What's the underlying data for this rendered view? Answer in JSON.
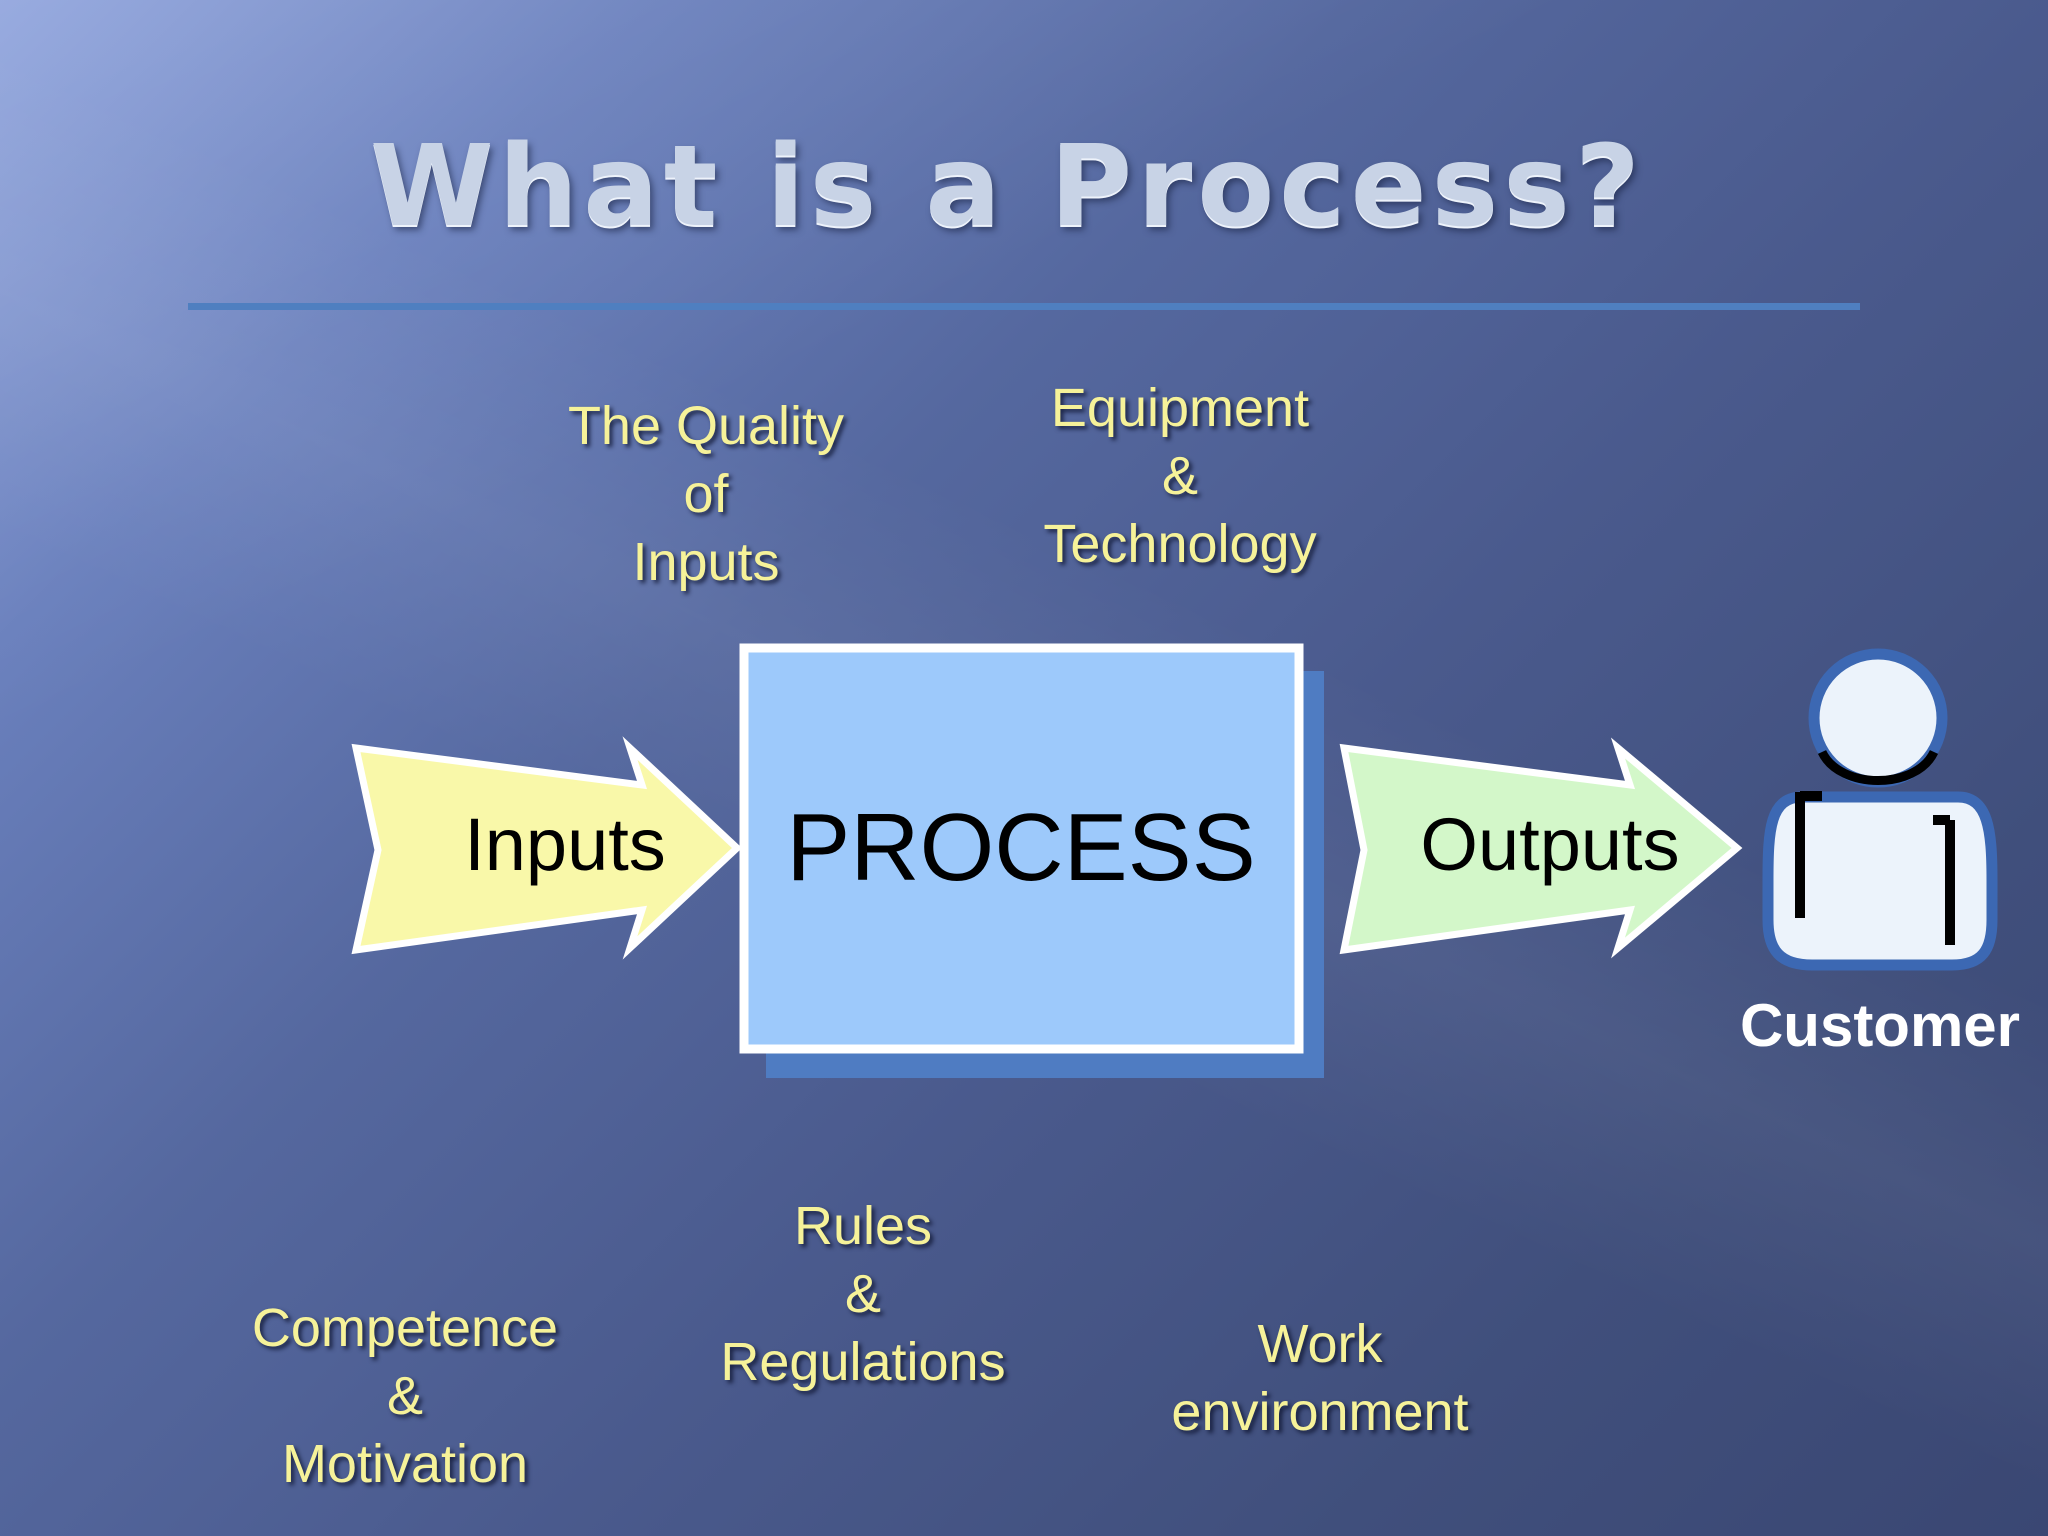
{
  "slide": {
    "title": "What is a Process?"
  },
  "diagram": {
    "inputs_label": "Inputs",
    "process_label": "PROCESS",
    "outputs_label": "Outputs",
    "customer_label": "Customer",
    "factors": {
      "quality_of_inputs": [
        "The Quality",
        "of",
        "Inputs"
      ],
      "equipment_technology": [
        "Equipment",
        "&",
        "Technology"
      ],
      "competence_motivation": [
        "Competence",
        "&",
        "Motivation"
      ],
      "rules_regulations": [
        "Rules",
        "&",
        "Regulations"
      ],
      "work_environment": [
        "Work",
        "environment"
      ]
    }
  },
  "colors": {
    "background_light": "#8da2dc",
    "background_dark": "#3a4773",
    "title_text": "#c8d3e6",
    "title_rule": "#4f7fc0",
    "factor_text": "#f6f299",
    "inputs_arrow_fill": "#f9f8a9",
    "process_box_fill": "#9dc9fb",
    "process_box_shadow": "#4f7cc2",
    "outputs_arrow_fill": "#d3f7c9",
    "customer_outline": "#3c68b3"
  }
}
